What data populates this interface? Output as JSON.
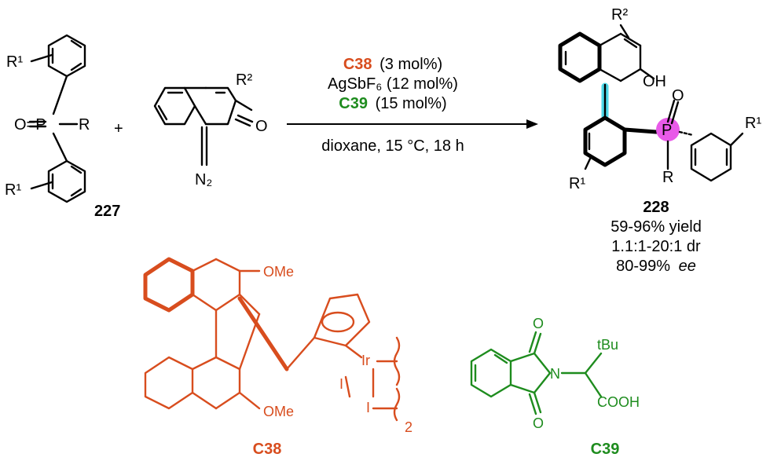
{
  "reactant1": {
    "r1_top": "R¹",
    "r1_bottom": "R¹",
    "po": "O=P",
    "r": "R",
    "compound": "227"
  },
  "plus": "+",
  "reactant2": {
    "r2": "R²",
    "o": "O",
    "n2": "N₂"
  },
  "conditions": {
    "cat1_name": "C38",
    "cat1_load": "(3 mol%)",
    "ag": "AgSbF₆ (12 mol%)",
    "cat2_name": "C39",
    "cat2_load": "(15 mol%)",
    "solvent": "dioxane, 15 °C, 18 h"
  },
  "product": {
    "r2": "R²",
    "oh": "OH",
    "o": "O",
    "p": "P",
    "r": "R",
    "r1_right": "R¹",
    "r1_left": "R¹",
    "compound": "228",
    "yield": "59-96% yield",
    "dr": "1.1:1-20:1 dr",
    "ee_value": "80-99%",
    "ee_unit": "ee"
  },
  "catalyst_c38": {
    "ome_top": "OMe",
    "ome_bottom": "OMe",
    "ir": "Ir",
    "i1": "I",
    "i2": "I",
    "sub": "2",
    "label": "C38"
  },
  "catalyst_c39": {
    "o_top": "O",
    "o_bottom": "O",
    "n": "N",
    "tbu": "tBu",
    "cooh": "COOH",
    "label": "C39"
  },
  "colors": {
    "c38": "#d84d1e",
    "c39": "#1e8c1e",
    "highlight_bond": "#4fd8e8",
    "highlight_p": "#e85ae8"
  }
}
